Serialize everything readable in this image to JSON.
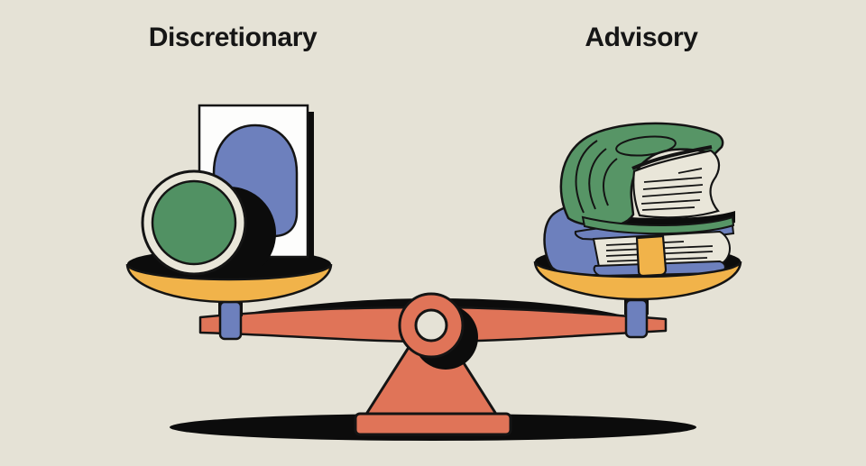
{
  "labels": {
    "left": "Discretionary",
    "right": "Advisory"
  },
  "illustration": {
    "type": "balance-scale",
    "left_pan_contents": [
      "white-card-with-blue-oval",
      "green-ring-token"
    ],
    "right_pan_contents": [
      "green-book",
      "blue-book-with-yellow-bookmark"
    ],
    "colors": {
      "background": "#e5e2d6",
      "ink": "#0c0c0c",
      "beam_salmon": "#e07458",
      "pan_yellow": "#f1b34a",
      "connector_blue": "#6d80bd",
      "token_green": "#519163",
      "book_green": "#579566",
      "book_blue": "#6d80bd",
      "bookmark_yellow": "#f1b34a",
      "paper_cream": "#e9e6d9",
      "card_white": "#fdfdfc",
      "oval_blue": "#6d80bd"
    }
  }
}
